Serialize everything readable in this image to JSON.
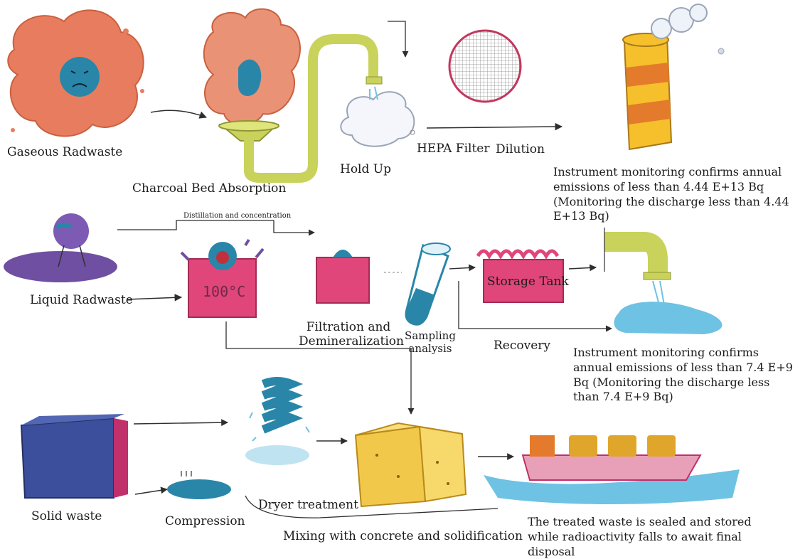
{
  "labels": {
    "gaseous_radwaste": "Gaseous Radwaste",
    "charcoal_bed": "Charcoal Bed Absorption",
    "hold_up": "Hold Up",
    "hepa_filter": "HEPA Filter",
    "dilution": "Dilution",
    "gas_monitoring": "Instrument monitoring confirms annual emissions of less than 4.44 E+13 Bq (Monitoring the discharge less than 4.44 E+13 Bq)",
    "liquid_radwaste": "Liquid Radwaste",
    "distillation": "Distillation and concentration",
    "evaporator_temp": "100°C",
    "filtration_line1": "Filtration and",
    "filtration_line2": "Demineralization",
    "sampling_line1": "Sampling",
    "sampling_line2": "analysis",
    "storage_tank": "Storage Tank",
    "recovery": "Recovery",
    "liquid_monitoring": "Instrument monitoring confirms annual emissions of less than 7.4 E+9 Bq (Monitoring the discharge less than 7.4 E+9 Bq)",
    "solid_waste": "Solid waste",
    "compression": "Compression",
    "dryer": "Dryer treatment",
    "mixing": "Mixing with concrete and solidification",
    "final_storage": "The treated waste is sealed and stored while radioactivity falls to await final disposal"
  },
  "colors": {
    "cloud": "#e77d5e",
    "droplet": "#2a86a8",
    "pipe": "#c9d25a",
    "tank": "#e0467a",
    "liquid": "#6f4fa2",
    "chimney_yellow": "#f5c02b",
    "chimney_orange": "#e47a2b",
    "concrete": "#f2c84a",
    "cube_blue": "#3b4f9c",
    "water": "#6ec2e3"
  }
}
